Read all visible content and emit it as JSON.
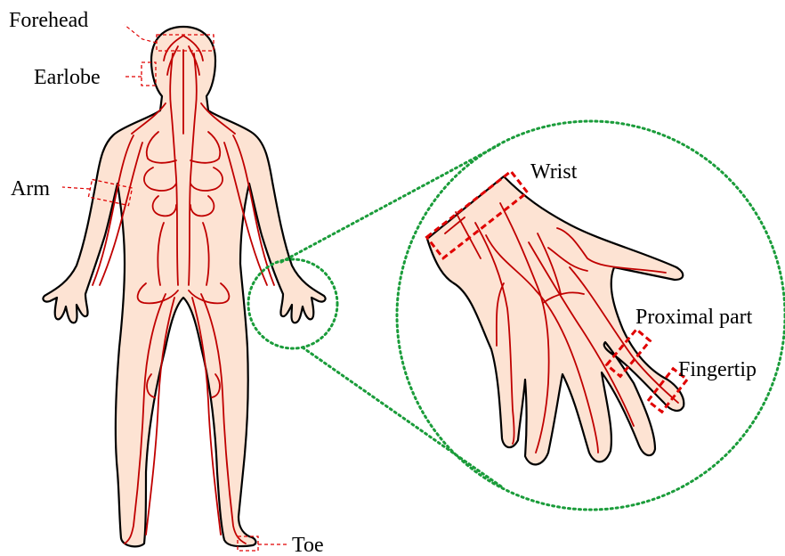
{
  "labels": {
    "forehead": "Forehead",
    "earlobe": "Earlobe",
    "arm": "Arm",
    "toe": "Toe",
    "wrist": "Wrist",
    "proximal": "Proximal part",
    "fingertip": "Fingertip"
  },
  "colors": {
    "skin": "#fde3d3",
    "vessel": "#c00000",
    "measurement_box": "#e00000",
    "zoom_circle": "#1a9c3a"
  }
}
